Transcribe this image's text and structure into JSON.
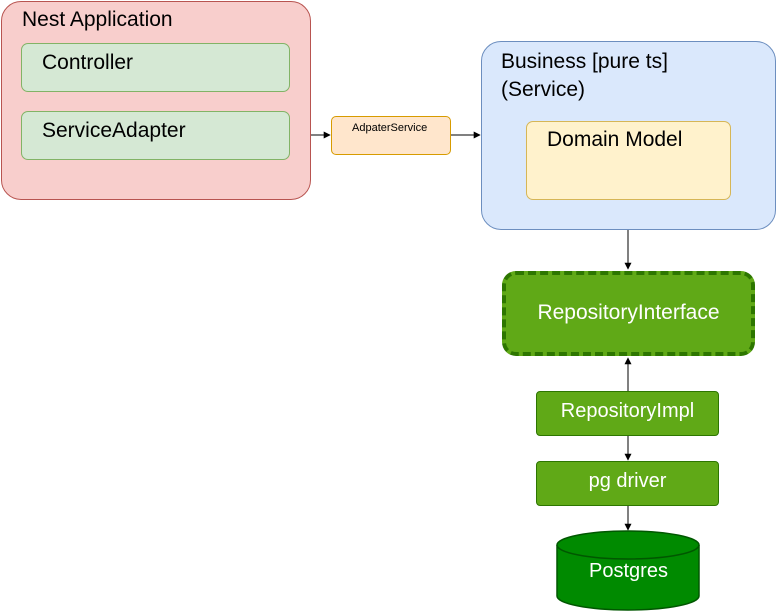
{
  "nest_application": {
    "title": "Nest Application",
    "controller": "Controller",
    "service_adapter": "ServiceAdapter"
  },
  "adapter_service": {
    "label": "AdpaterService"
  },
  "business": {
    "title_line1": "Business [pure ts]",
    "title_line2": "(Service)",
    "domain_model": "Domain Model"
  },
  "repository_interface": {
    "label": "RepositoryInterface"
  },
  "repository_impl": {
    "label": "RepositoryImpl"
  },
  "pg_driver": {
    "label": "pg driver"
  },
  "postgres": {
    "label": "Postgres"
  },
  "colors": {
    "nest_fill": "#f8cecc",
    "nest_stroke": "#b85450",
    "inner_green_fill": "#d5e8d4",
    "inner_green_stroke": "#82b366",
    "adapter_fill": "#ffe6cc",
    "adapter_stroke": "#d79b00",
    "business_fill": "#dae8fc",
    "business_stroke": "#6c8ebf",
    "domain_fill": "#fff2cc",
    "domain_stroke": "#d6b656",
    "repo_fill": "#60a917",
    "repo_stroke": "#2d7600"
  }
}
